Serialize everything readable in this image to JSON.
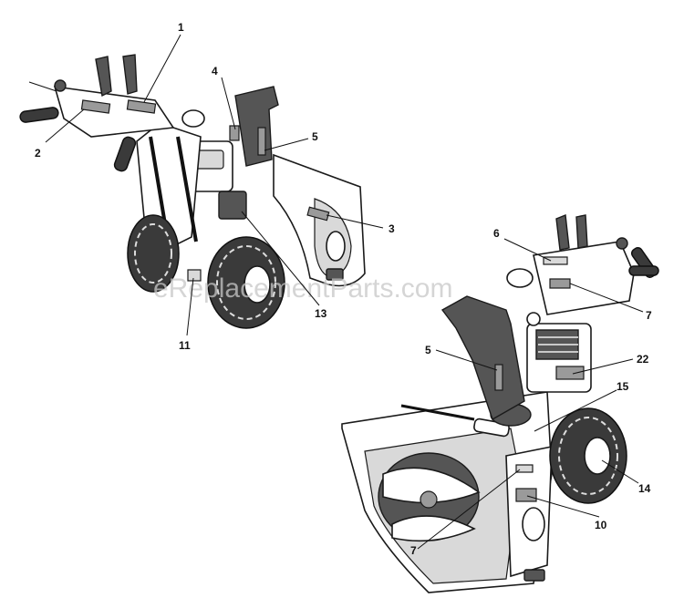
{
  "watermark": "eReplacementParts.com",
  "callouts": {
    "c1": "1",
    "c2": "2",
    "c3": "3",
    "c4": "4",
    "c5a": "5",
    "c5b": "5",
    "c6": "6",
    "c7a": "7",
    "c7b": "7",
    "c10": "10",
    "c11": "11",
    "c13": "13",
    "c14": "14",
    "c15": "15",
    "c22": "22"
  }
}
